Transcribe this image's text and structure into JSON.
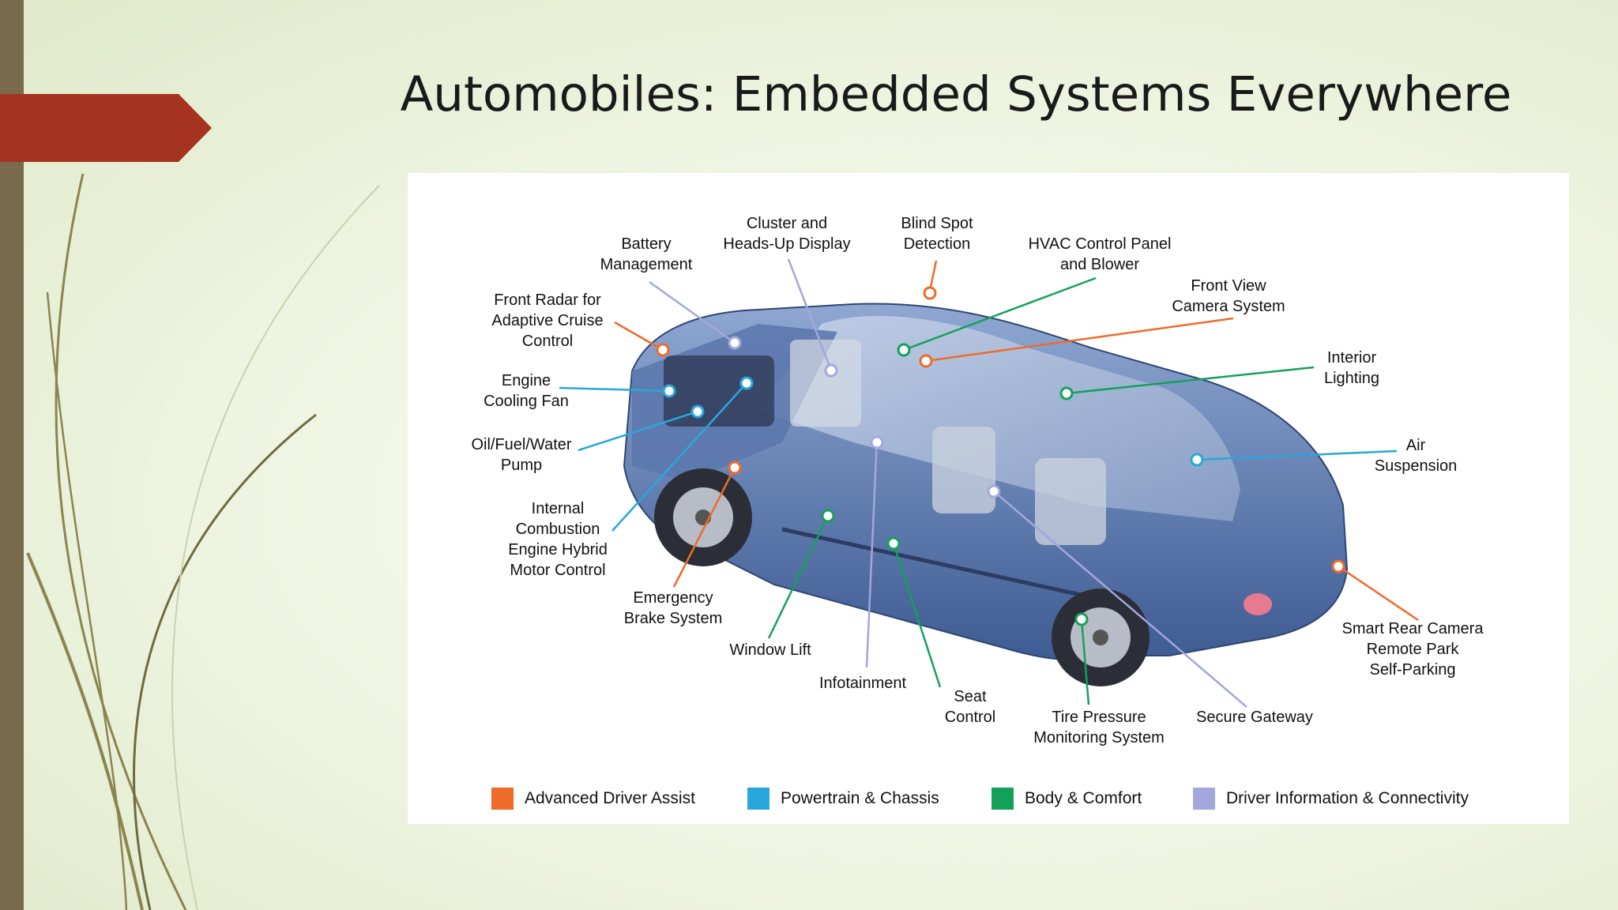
{
  "slide": {
    "title": "Automobiles: Embedded Systems Everywhere"
  },
  "colors": {
    "advanced_driver_assist": "#ee6b2a",
    "powertrain_chassis": "#27a7dc",
    "body_comfort": "#13a15a",
    "driver_information": "#a3a7dc",
    "accent_tab": "#a63220",
    "left_bar": "#7a6a4d"
  },
  "labels": {
    "battery": "Battery\nManagement",
    "cluster": "Cluster and\nHeads-Up Display",
    "blind_spot": "Blind Spot\nDetection",
    "hvac": "HVAC Control Panel\nand Blower",
    "front_camera": "Front View\nCamera System",
    "front_radar": "Front Radar for\nAdaptive Cruise\nControl",
    "interior_lighting": "Interior\nLighting",
    "engine_fan": "Engine\nCooling Fan",
    "pump": "Oil/Fuel/Water\nPump",
    "air_suspension": "Air\nSuspension",
    "ice_hybrid": "Internal\nCombustion\nEngine Hybrid\nMotor Control",
    "brake": "Emergency\nBrake System",
    "smart_rear": "Smart Rear Camera\nRemote Park\nSelf-Parking",
    "window_lift": "Window Lift",
    "infotainment": "Infotainment",
    "seat": "Seat\nControl",
    "tire": "Tire Pressure\nMonitoring System",
    "gateway": "Secure Gateway"
  },
  "legend": [
    {
      "label": "Advanced Driver Assist",
      "color": "#ee6b2a"
    },
    {
      "label": "Powertrain & Chassis",
      "color": "#27a7dc"
    },
    {
      "label": "Body & Comfort",
      "color": "#13a15a"
    },
    {
      "label": "Driver Information & Connectivity",
      "color": "#a3a7dc"
    }
  ]
}
